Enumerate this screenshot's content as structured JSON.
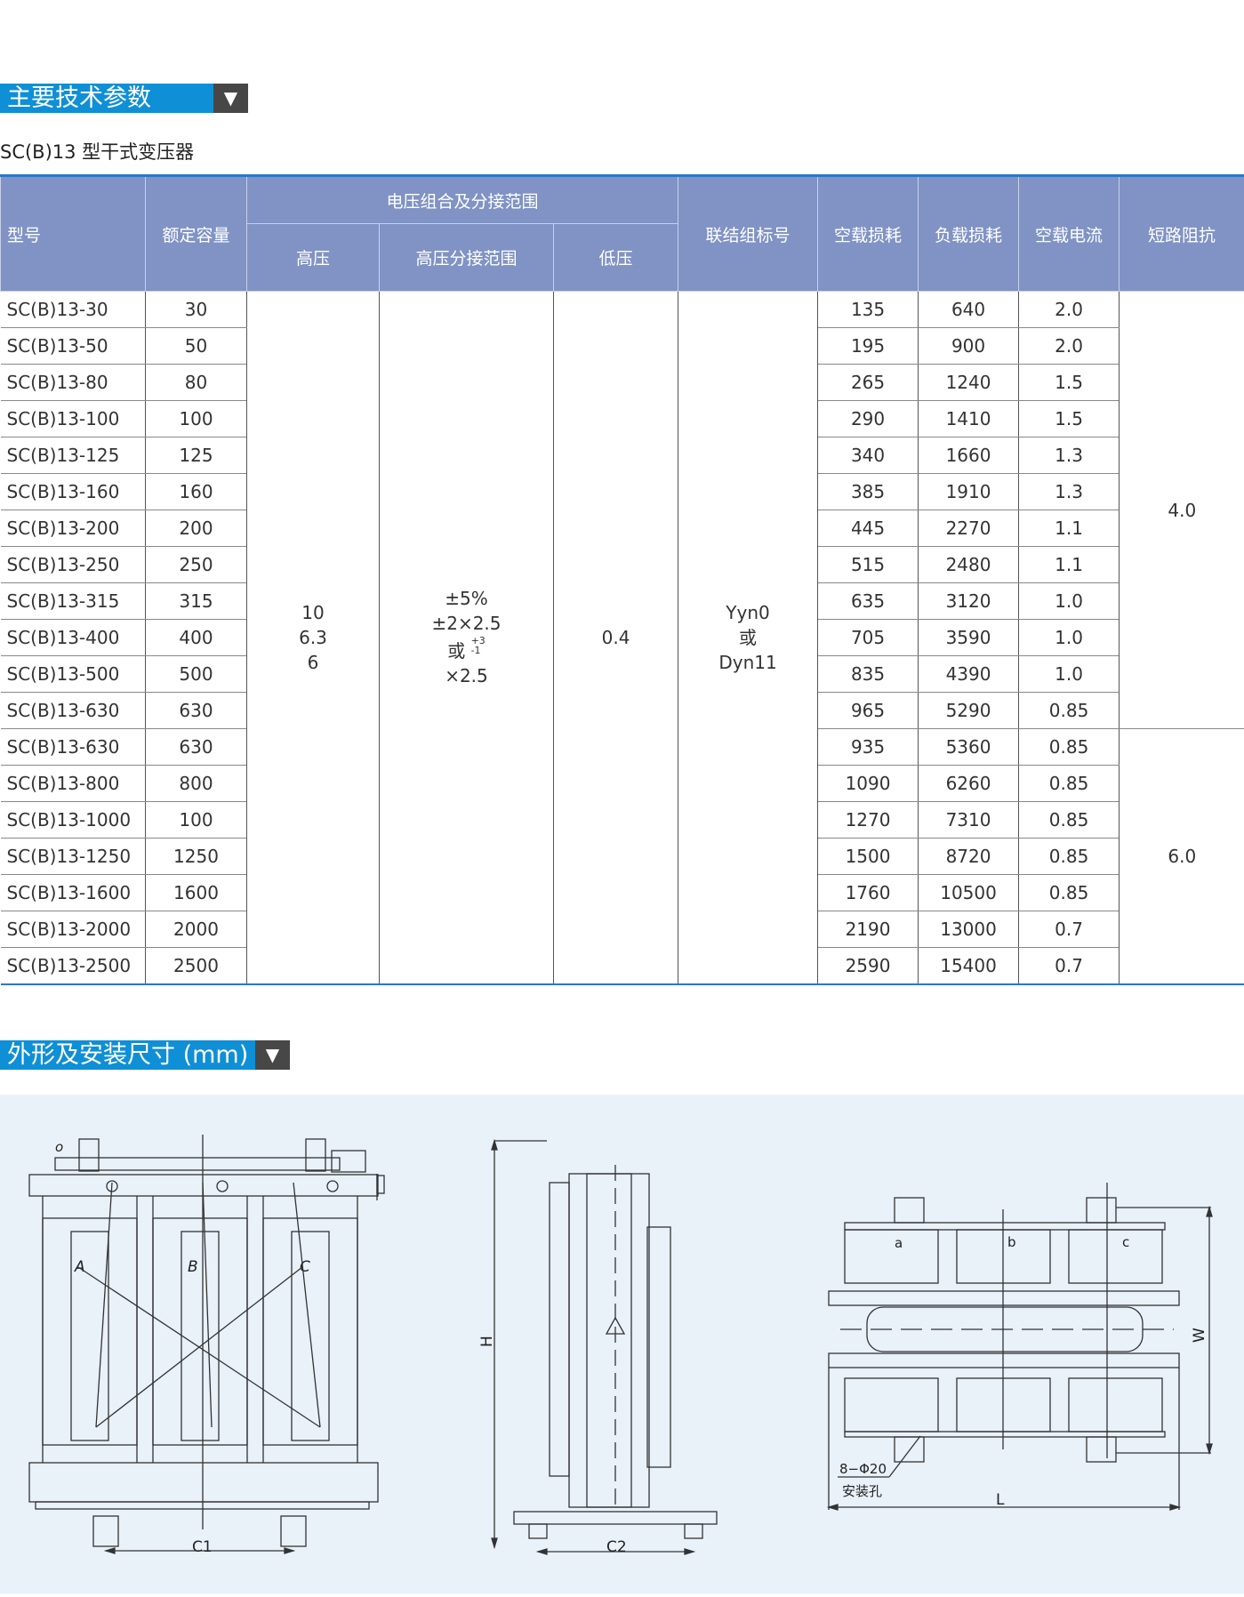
{
  "section1": {
    "title": "主要技术参数",
    "toggle": "▼"
  },
  "subtitle": "SC(B)13 型干式变压器",
  "table": {
    "headers": {
      "model": "型号",
      "capacity": "额定容量",
      "voltage_group": "电压组合及分接范围",
      "hv": "高压",
      "tap": "高压分接范围",
      "lv": "低压",
      "vector": "联结组标号",
      "noload_loss": "空载损耗",
      "load_loss": "负载损耗",
      "noload_current": "空载电流",
      "impedance": "短路阻抗"
    },
    "hv_lines": [
      "10",
      "6.3",
      "6"
    ],
    "tap_lines": [
      "±5%",
      "±2×2.5",
      "或",
      "+3",
      "-1",
      "×2.5"
    ],
    "lv": "0.4",
    "vector_lines": [
      "Yyn0",
      "或",
      "Dyn11"
    ],
    "impedance_groups": [
      "4.0",
      "6.0"
    ],
    "rows": [
      [
        "SC(B)13-30",
        "30",
        "135",
        "640",
        "2.0"
      ],
      [
        "SC(B)13-50",
        "50",
        "195",
        "900",
        "2.0"
      ],
      [
        "SC(B)13-80",
        "80",
        "265",
        "1240",
        "1.5"
      ],
      [
        "SC(B)13-100",
        "100",
        "290",
        "1410",
        "1.5"
      ],
      [
        "SC(B)13-125",
        "125",
        "340",
        "1660",
        "1.3"
      ],
      [
        "SC(B)13-160",
        "160",
        "385",
        "1910",
        "1.3"
      ],
      [
        "SC(B)13-200",
        "200",
        "445",
        "2270",
        "1.1"
      ],
      [
        "SC(B)13-250",
        "250",
        "515",
        "2480",
        "1.1"
      ],
      [
        "SC(B)13-315",
        "315",
        "635",
        "3120",
        "1.0"
      ],
      [
        "SC(B)13-400",
        "400",
        "705",
        "3590",
        "1.0"
      ],
      [
        "SC(B)13-500",
        "500",
        "835",
        "4390",
        "1.0"
      ],
      [
        "SC(B)13-630",
        "630",
        "965",
        "5290",
        "0.85"
      ],
      [
        "SC(B)13-630",
        "630",
        "935",
        "5360",
        "0.85"
      ],
      [
        "SC(B)13-800",
        "800",
        "1090",
        "6260",
        "0.85"
      ],
      [
        "SC(B)13-1000",
        "100",
        "1270",
        "7310",
        "0.85"
      ],
      [
        "SC(B)13-1250",
        "1250",
        "1500",
        "8720",
        "0.85"
      ],
      [
        "SC(B)13-1600",
        "1600",
        "1760",
        "10500",
        "0.85"
      ],
      [
        "SC(B)13-2000",
        "2000",
        "2190",
        "13000",
        "0.7"
      ],
      [
        "SC(B)13-2500",
        "2500",
        "2590",
        "15400",
        "0.7"
      ]
    ]
  },
  "section2": {
    "title": "外形及安装尺寸 (mm)",
    "toggle": "▼"
  },
  "drawings": {
    "front": {
      "o": "o",
      "A": "A",
      "B": "B",
      "C": "C",
      "C1": "C1"
    },
    "side": {
      "H": "H",
      "C2": "C2"
    },
    "top": {
      "a": "a",
      "b": "b",
      "c": "c",
      "W": "W",
      "L": "L",
      "hole": "8−Φ20",
      "hole_label": "安装孔"
    }
  }
}
